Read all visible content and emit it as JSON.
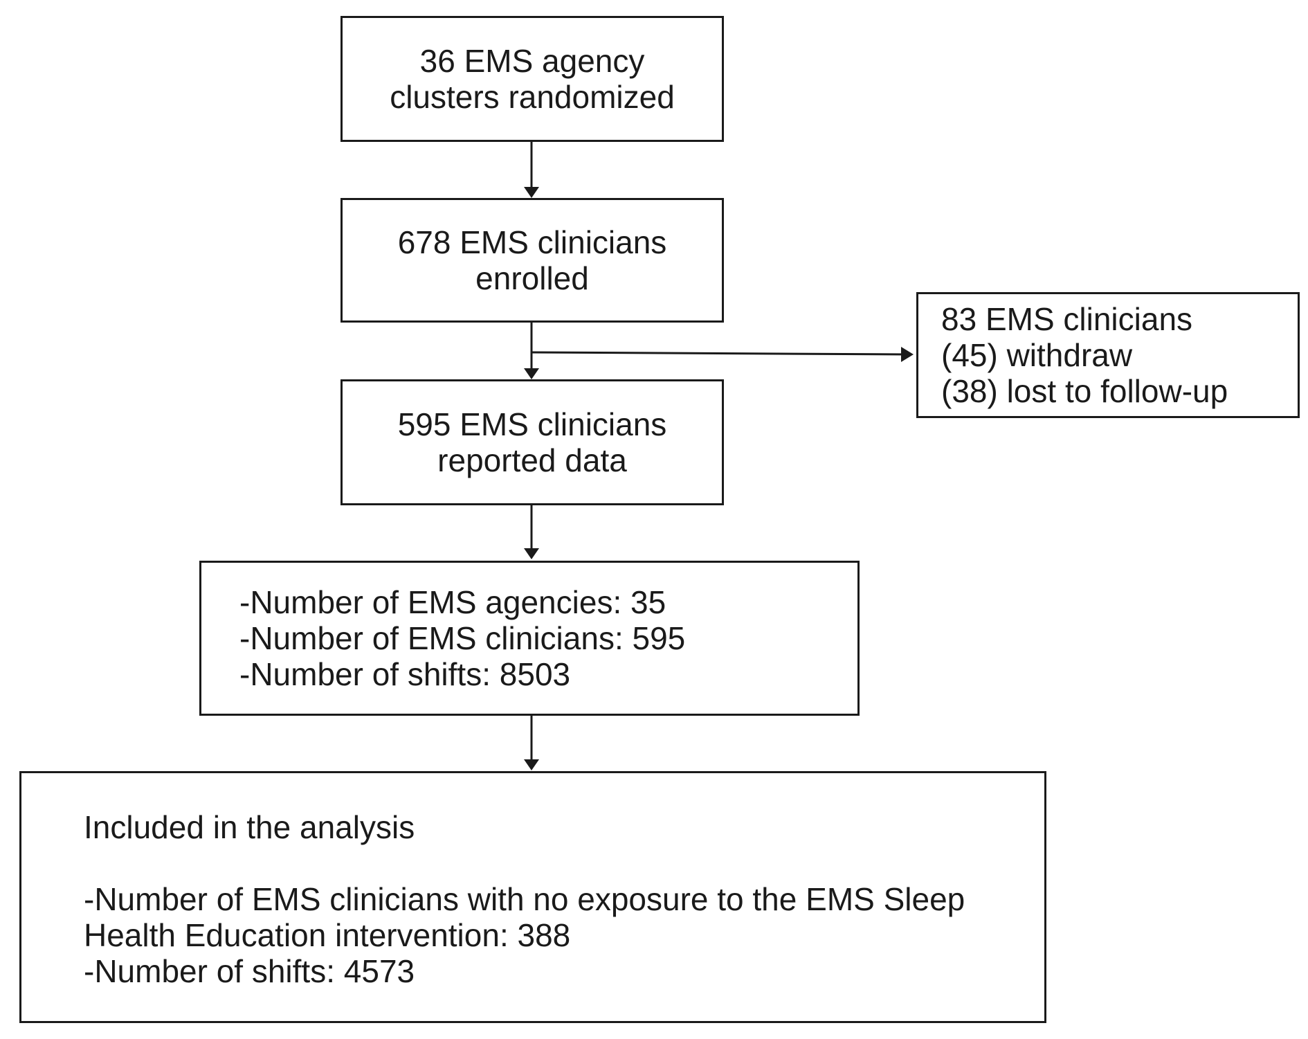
{
  "box1": {
    "line1": "36 EMS agency",
    "line2": "clusters randomized"
  },
  "box2": {
    "line1": "678 EMS clinicians",
    "line2": "enrolled"
  },
  "exclusion": {
    "line1": "83 EMS clinicians",
    "line2": "(45) withdraw",
    "line3": "(38) lost to follow-up"
  },
  "box3": {
    "line1": "595 EMS clinicians",
    "line2": "reported data"
  },
  "box4": {
    "line1": "-Number of EMS agencies: 35",
    "line2": "-Number of EMS clinicians: 595",
    "line3": "-Number of shifts: 8503"
  },
  "box5": {
    "heading": "Included in the analysis",
    "line1": "-Number of EMS clinicians with no exposure to the EMS Sleep",
    "line2": "Health Education intervention: 388",
    "line3": "-Number of shifts: 4573"
  }
}
